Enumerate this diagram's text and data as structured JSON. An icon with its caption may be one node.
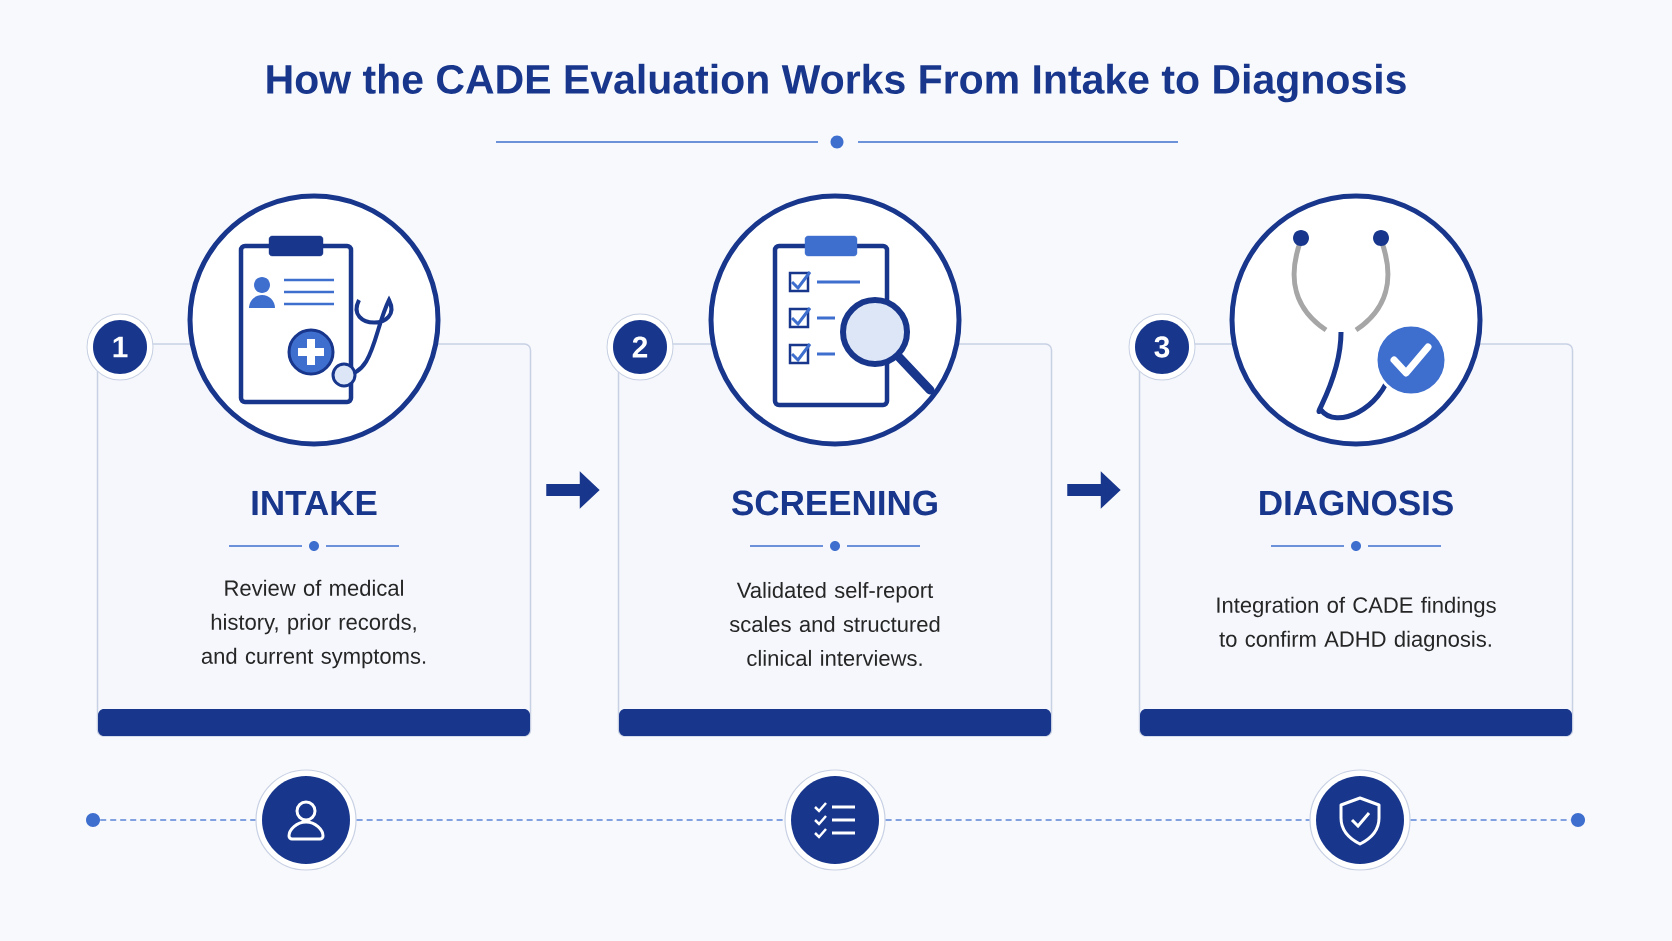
{
  "diagram": {
    "title": "How the CADE Evaluation Works From Intake to Diagnosis",
    "nodes": [
      {
        "text": [
          "1"
        ]
      },
      {
        "text": [
          "INTAKE",
          "Review of medical history, prior records, and current symptoms."
        ]
      },
      {
        "text": [
          "2"
        ]
      },
      {
        "text": [
          "SCREENING",
          "Validated self-report scales and structured clinical interviews."
        ]
      },
      {
        "text": [
          "3"
        ]
      },
      {
        "text": [
          "DIAGNOSIS",
          "Integration of CADE findings to confirm ADHD diagnosis."
        ]
      },
      {
        "text": [],
        "shape": "circle"
      },
      {
        "text": [],
        "shape": "circle"
      },
      {
        "text": [],
        "shape": "circle"
      },
      {
        "text": [],
        "shape": "circle"
      },
      {
        "text": [],
        "shape": "circle"
      }
    ],
    "edges": [
      {
        "from": 1,
        "to": 3,
        "arrow": "to",
        "style": "thick"
      },
      {
        "from": 3,
        "to": 5,
        "arrow": "to",
        "style": "thick"
      },
      {
        "from": 6,
        "to": 7,
        "arrow": "none",
        "style": "dashed",
        "color": "#5b84d6"
      },
      {
        "from": 7,
        "to": 8,
        "arrow": "none",
        "style": "dashed",
        "color": "#5b84d6"
      },
      {
        "from": 8,
        "to": 9,
        "arrow": "none",
        "style": "dashed",
        "color": "#5b84d6"
      },
      {
        "from": 9,
        "to": 10,
        "arrow": "none",
        "style": "dashed",
        "color": "#5b84d6"
      }
    ]
  }
}
